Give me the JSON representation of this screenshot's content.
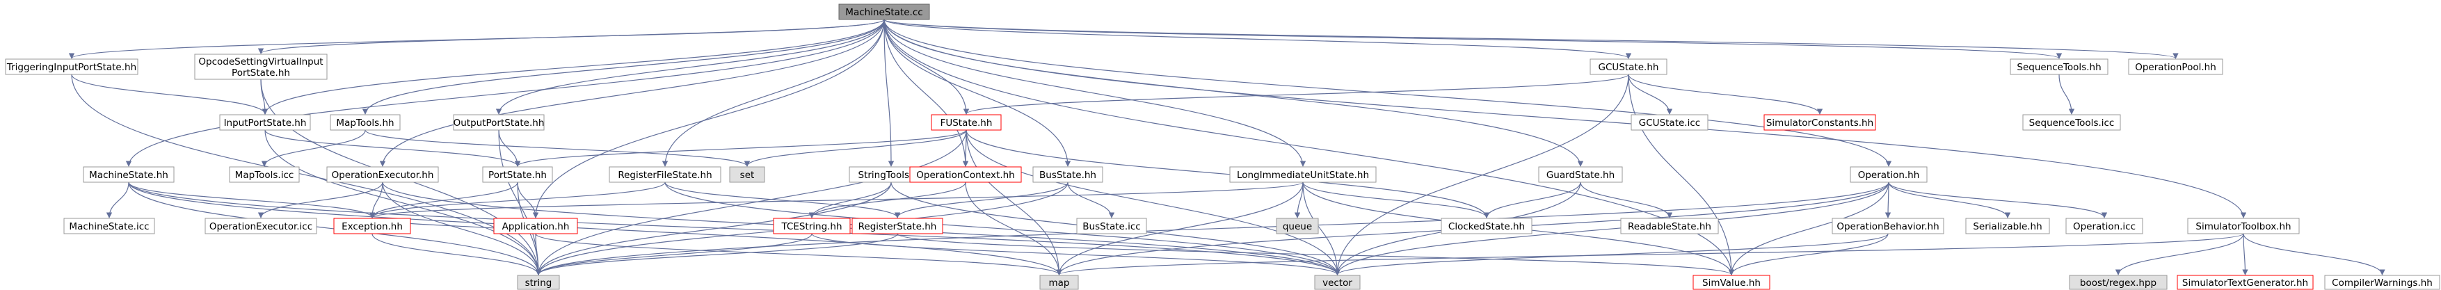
{
  "title": "MachineState.cc",
  "colors": {
    "edge": "#63709b",
    "node_border_normal": "#999999",
    "node_border_red": "#ff0000",
    "node_fill_root": "#999999",
    "node_fill_gray": "#e0e0e0",
    "node_fill_white": "#ffffff",
    "text": "#000000"
  },
  "nodes": [
    {
      "id": "root",
      "label": "MachineState.cc",
      "style": "root"
    },
    {
      "id": "triggering",
      "label": "TriggeringInputPortState.hh",
      "style": "normal"
    },
    {
      "id": "opcodesetting_a",
      "label": "OpcodeSettingVirtualInput",
      "label2": "PortState.hh",
      "style": "normal"
    },
    {
      "id": "inputport",
      "label": "InputPortState.hh",
      "style": "normal"
    },
    {
      "id": "maptools",
      "label": "MapTools.hh",
      "style": "normal"
    },
    {
      "id": "maptoolsicc",
      "label": "MapTools.icc",
      "style": "normal"
    },
    {
      "id": "outputport",
      "label": "OutputPortState.hh",
      "style": "normal"
    },
    {
      "id": "portstate",
      "label": "PortState.hh",
      "style": "normal"
    },
    {
      "id": "machinestate",
      "label": "MachineState.hh",
      "style": "normal"
    },
    {
      "id": "machinestateicc",
      "label": "MachineState.icc",
      "style": "normal"
    },
    {
      "id": "operationexecutor",
      "label": "OperationExecutor.hh",
      "style": "normal"
    },
    {
      "id": "operationexecutoricc",
      "label": "OperationExecutor.icc",
      "style": "normal"
    },
    {
      "id": "exception",
      "label": "Exception.hh",
      "style": "red"
    },
    {
      "id": "application",
      "label": "Application.hh",
      "style": "red"
    },
    {
      "id": "string",
      "label": "string",
      "style": "gray"
    },
    {
      "id": "set",
      "label": "set",
      "style": "gray"
    },
    {
      "id": "registerfile",
      "label": "RegisterFileState.hh",
      "style": "normal"
    },
    {
      "id": "registerstate",
      "label": "RegisterState.hh",
      "style": "red"
    },
    {
      "id": "tcestring",
      "label": "TCEString.hh",
      "style": "red"
    },
    {
      "id": "stringtools",
      "label": "StringTools.hh",
      "style": "normal"
    },
    {
      "id": "fustate",
      "label": "FUState.hh",
      "style": "red"
    },
    {
      "id": "operationcontext",
      "label": "OperationContext.hh",
      "style": "red"
    },
    {
      "id": "busstate",
      "label": "BusState.hh",
      "style": "normal"
    },
    {
      "id": "busstateicc",
      "label": "BusState.icc",
      "style": "normal"
    },
    {
      "id": "map",
      "label": "map",
      "style": "gray"
    },
    {
      "id": "longimm",
      "label": "LongImmediateUnitState.hh",
      "style": "normal"
    },
    {
      "id": "queue",
      "label": "queue",
      "style": "gray"
    },
    {
      "id": "vector",
      "label": "vector",
      "style": "gray"
    },
    {
      "id": "gcustate",
      "label": "GCUState.hh",
      "style": "normal"
    },
    {
      "id": "gcustateicc",
      "label": "GCUState.icc",
      "style": "normal"
    },
    {
      "id": "simconstants",
      "label": "SimulatorConstants.hh",
      "style": "red"
    },
    {
      "id": "guardstate",
      "label": "GuardState.hh",
      "style": "normal"
    },
    {
      "id": "clockedstate",
      "label": "ClockedState.hh",
      "style": "normal"
    },
    {
      "id": "readablestate",
      "label": "ReadableState.hh",
      "style": "normal"
    },
    {
      "id": "operation",
      "label": "Operation.hh",
      "style": "normal"
    },
    {
      "id": "operationbehavior",
      "label": "OperationBehavior.hh",
      "style": "normal"
    },
    {
      "id": "serializable",
      "label": "Serializable.hh",
      "style": "normal"
    },
    {
      "id": "operationicc",
      "label": "Operation.icc",
      "style": "normal"
    },
    {
      "id": "simvalue",
      "label": "SimValue.hh",
      "style": "red"
    },
    {
      "id": "sequencetools",
      "label": "SequenceTools.hh",
      "style": "normal"
    },
    {
      "id": "sequencetoolsicc",
      "label": "SequenceTools.icc",
      "style": "normal"
    },
    {
      "id": "operationpool",
      "label": "OperationPool.hh",
      "style": "normal"
    },
    {
      "id": "simtoolbox",
      "label": "SimulatorToolbox.hh",
      "style": "normal"
    },
    {
      "id": "boostregex",
      "label": "boost/regex.hpp",
      "style": "gray"
    },
    {
      "id": "simtextgen",
      "label": "SimulatorTextGenerator.hh",
      "style": "red"
    },
    {
      "id": "compilerwarnings",
      "label": "CompilerWarnings.hh",
      "style": "normal"
    }
  ],
  "edges": [
    [
      "root",
      "triggering"
    ],
    [
      "root",
      "opcodesetting_a"
    ],
    [
      "root",
      "inputport"
    ],
    [
      "root",
      "maptools"
    ],
    [
      "root",
      "outputport"
    ],
    [
      "root",
      "machinestate"
    ],
    [
      "root",
      "operationexecutor"
    ],
    [
      "root",
      "registerfile"
    ],
    [
      "root",
      "stringtools"
    ],
    [
      "root",
      "fustate"
    ],
    [
      "root",
      "operationcontext"
    ],
    [
      "root",
      "busstate"
    ],
    [
      "root",
      "longimm"
    ],
    [
      "root",
      "gcustate"
    ],
    [
      "root",
      "guardstate"
    ],
    [
      "root",
      "operation"
    ],
    [
      "root",
      "sequencetools"
    ],
    [
      "root",
      "operationpool"
    ],
    [
      "root",
      "simtoolbox"
    ],
    [
      "root",
      "application"
    ],
    [
      "root",
      "simvalue"
    ],
    [
      "triggering",
      "inputport"
    ],
    [
      "triggering",
      "string"
    ],
    [
      "opcodesetting_a",
      "inputport"
    ],
    [
      "opcodesetting_a",
      "string"
    ],
    [
      "inputport",
      "portstate"
    ],
    [
      "inputport",
      "string"
    ],
    [
      "maptools",
      "maptoolsicc"
    ],
    [
      "maptools",
      "set"
    ],
    [
      "outputport",
      "portstate"
    ],
    [
      "outputport",
      "string"
    ],
    [
      "portstate",
      "exception"
    ],
    [
      "portstate",
      "application"
    ],
    [
      "portstate",
      "string"
    ],
    [
      "machinestate",
      "machinestateicc"
    ],
    [
      "machinestate",
      "exception"
    ],
    [
      "machinestate",
      "string"
    ],
    [
      "machinestate",
      "map"
    ],
    [
      "machinestate",
      "vector"
    ],
    [
      "operationexecutor",
      "operationexecutoricc"
    ],
    [
      "operationexecutor",
      "exception"
    ],
    [
      "operationexecutor",
      "string"
    ],
    [
      "operationexecutor",
      "vector"
    ],
    [
      "exception",
      "string"
    ],
    [
      "application",
      "string"
    ],
    [
      "application",
      "map"
    ],
    [
      "application",
      "exception"
    ],
    [
      "registerfile",
      "registerstate"
    ],
    [
      "registerfile",
      "exception"
    ],
    [
      "registerfile",
      "vector"
    ],
    [
      "registerstate",
      "simvalue"
    ],
    [
      "registerstate",
      "string"
    ],
    [
      "tcestring",
      "string"
    ],
    [
      "tcestring",
      "vector"
    ],
    [
      "stringtools",
      "tcestring"
    ],
    [
      "stringtools",
      "string"
    ],
    [
      "stringtools",
      "vector"
    ],
    [
      "fustate",
      "set"
    ],
    [
      "fustate",
      "portstate"
    ],
    [
      "fustate",
      "operationcontext"
    ],
    [
      "fustate",
      "clockedstate"
    ],
    [
      "fustate",
      "map"
    ],
    [
      "fustate",
      "vector"
    ],
    [
      "fustate",
      "string"
    ],
    [
      "operationcontext",
      "map"
    ],
    [
      "operationcontext",
      "tcestring"
    ],
    [
      "busstate",
      "busstateicc"
    ],
    [
      "busstate",
      "registerstate"
    ],
    [
      "busstate",
      "string"
    ],
    [
      "longimm",
      "queue"
    ],
    [
      "longimm",
      "vector"
    ],
    [
      "longimm",
      "clockedstate"
    ],
    [
      "longimm",
      "exception"
    ],
    [
      "longimm",
      "map"
    ],
    [
      "longimm",
      "simvalue"
    ],
    [
      "gcustate",
      "gcustateicc"
    ],
    [
      "gcustate",
      "simconstants"
    ],
    [
      "gcustate",
      "simvalue"
    ],
    [
      "gcustate",
      "fustate"
    ],
    [
      "gcustate",
      "vector"
    ],
    [
      "guardstate",
      "clockedstate"
    ],
    [
      "guardstate",
      "readablestate"
    ],
    [
      "guardstate",
      "vector"
    ],
    [
      "operation",
      "operationbehavior"
    ],
    [
      "operation",
      "serializable"
    ],
    [
      "operation",
      "operationicc"
    ],
    [
      "operation",
      "simvalue"
    ],
    [
      "operation",
      "string"
    ],
    [
      "operation",
      "vector"
    ],
    [
      "operation",
      "map"
    ],
    [
      "operationbehavior",
      "simvalue"
    ],
    [
      "operationbehavior",
      "vector"
    ],
    [
      "sequencetools",
      "sequencetoolsicc"
    ],
    [
      "simtoolbox",
      "boostregex"
    ],
    [
      "simtoolbox",
      "simtextgen"
    ],
    [
      "simtoolbox",
      "compilerwarnings"
    ],
    [
      "simtoolbox",
      "map"
    ]
  ]
}
